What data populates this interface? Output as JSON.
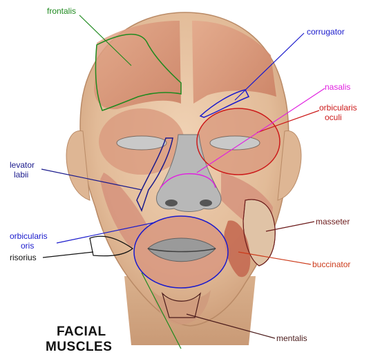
{
  "title": {
    "line1": "FACIAL",
    "line2": "MUSCLES"
  },
  "labels": {
    "frontalis": "frontalis",
    "corrugator": "corrugator",
    "nasalis": "nasalis",
    "orbicularis_oculi_1": "orbicularis",
    "orbicularis_oculi_2": "oculi",
    "levator_labii_1": "levator",
    "levator_labii_2": "labii",
    "orbicularis_oris_1": "orbicularis",
    "orbicularis_oris_2": "oris",
    "risorius": "risorius",
    "masseter": "masseter",
    "buccinator": "buccinator",
    "mentalis": "mentalis"
  },
  "colors": {
    "frontalis": "#1f8a1f",
    "corrugator": "#1a1acc",
    "nasalis": "#e020e0",
    "orbicularis_oculi": "#cc1a1a",
    "levator_labii": "#1a1a8c",
    "orbicularis_oris": "#1a1acc",
    "risorius": "#111111",
    "masseter": "#6b1a1a",
    "buccinator": "#cc3a1a",
    "mentalis": "#4a1a1a",
    "skin": "#e8c7a8",
    "muscle": "#d9957a"
  }
}
